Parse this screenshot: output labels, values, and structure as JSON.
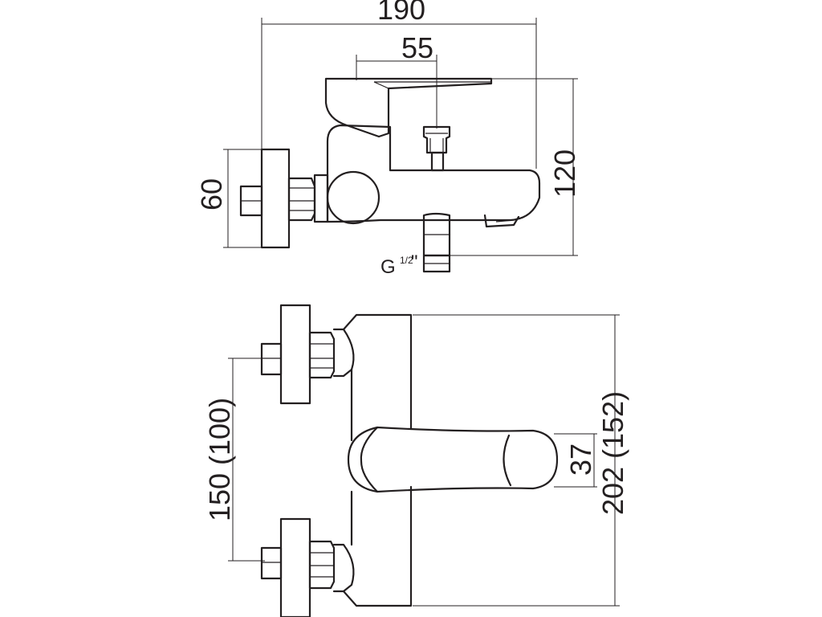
{
  "side_view": {
    "dim_overall_width": "190",
    "dim_spout_offset": "55",
    "dim_height": "120",
    "dim_flange": "60",
    "thread_letter": "G",
    "thread_size": "1/2",
    "thread_mark": "\""
  },
  "front_view": {
    "dim_inlet_spacing": "150 (100)",
    "dim_lever_width": "37",
    "dim_overall_height": "202 (152)"
  }
}
